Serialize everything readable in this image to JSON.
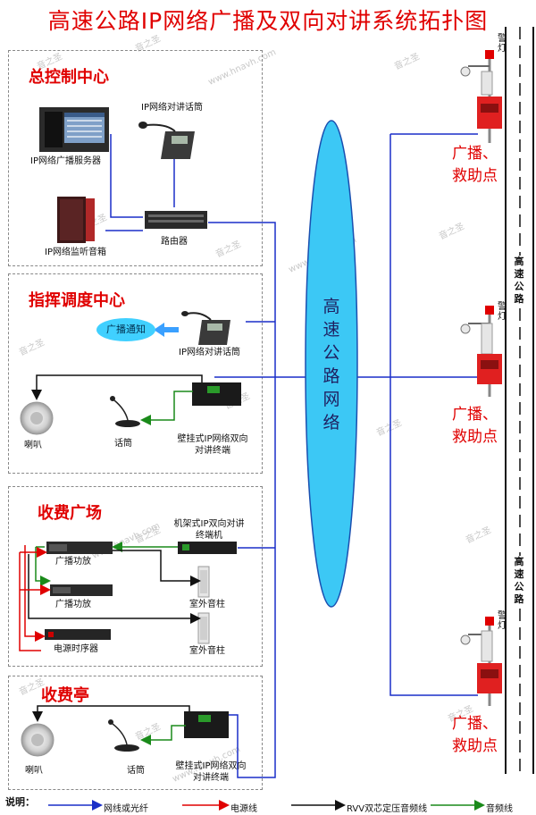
{
  "title": "高速公路IP网络广播及双向对讲系统拓扑图",
  "sections": {
    "control": "总控制中心",
    "dispatch": "指挥调度中心",
    "plaza": "收费广场",
    "booth": "收费亭"
  },
  "control": {
    "server": "IP网络广播服务器",
    "intercom": "IP网络对讲话筒",
    "monitor": "IP网络监听音箱",
    "router": "路由器"
  },
  "dispatch": {
    "notice": "广播通知",
    "intercom": "IP网络对讲话筒",
    "speaker": "喇叭",
    "mic": "话筒",
    "terminal_line1": "壁挂式IP网络双向",
    "terminal_line2": "对讲终端"
  },
  "plaza": {
    "rack_terminal_line1": "机架式IP双向对讲",
    "rack_terminal_line2": "终端机",
    "amp1": "广播功放",
    "amp2": "广播功放",
    "sequencer": "电源时序器",
    "column1": "室外音柱",
    "column2": "室外音柱"
  },
  "booth": {
    "speaker": "喇叭",
    "mic": "话筒",
    "terminal_line1": "壁挂式IP网络双向",
    "terminal_line2": "对讲终端"
  },
  "highway_network": [
    "高",
    "速",
    "公",
    "路",
    "网",
    "络"
  ],
  "road_label": [
    "高",
    "速",
    "公",
    "路"
  ],
  "roadside_points": [
    {
      "warning": [
        "警",
        "灯"
      ],
      "label_line1": "广播、",
      "label_line2": "救助点"
    },
    {
      "warning": [
        "警",
        "灯"
      ],
      "label_line1": "广播、",
      "label_line2": "救助点"
    },
    {
      "warning": [
        "警",
        "灯"
      ],
      "label_line1": "广播、",
      "label_line2": "救助点"
    }
  ],
  "legend": {
    "title": "说明：",
    "items": [
      {
        "label": "网线或光纤",
        "color": "#1a2fc8"
      },
      {
        "label": "电源线",
        "color": "#e00000"
      },
      {
        "label": "RVV双芯定压音频线",
        "color": "#111111"
      },
      {
        "label": "音频线",
        "color": "#1a8a1a"
      }
    ]
  },
  "watermarks": {
    "cn": "音之圣",
    "url": "www.hnavh.com"
  },
  "colors": {
    "network": "#1a2fc8",
    "power": "#e00000",
    "audio_rvv": "#111111",
    "audio": "#1a8a1a",
    "accent": "#e00000",
    "ellipse": "#3cc8f5"
  }
}
